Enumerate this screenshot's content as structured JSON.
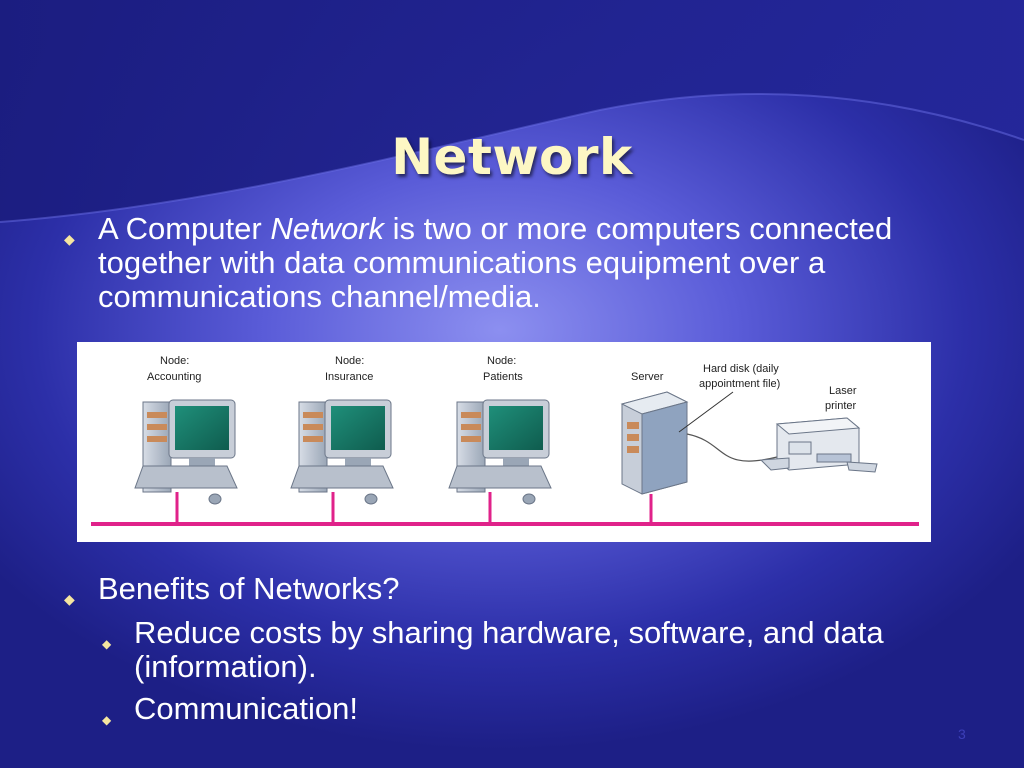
{
  "slide": {
    "title": "Network",
    "bullets": {
      "b1_pre": "A Computer ",
      "b1_em": "Network",
      "b1_post": " is two or more computers connected together with data communications equipment over a communications channel/media.",
      "b2": "Benefits of Networks?",
      "sub1": "Reduce costs by sharing hardware, software, and data (information).",
      "sub2": "Communication!"
    },
    "page_number": "3"
  },
  "diagram": {
    "nodes": [
      {
        "l1": "Node:",
        "l2": "Accounting"
      },
      {
        "l1": "Node:",
        "l2": "Insurance"
      },
      {
        "l1": "Node:",
        "l2": "Patients"
      }
    ],
    "server": "Server",
    "disk_l1": "Hard disk (daily",
    "disk_l2": "appointment file)",
    "printer_l1": "Laser",
    "printer_l2": "printer"
  },
  "colors": {
    "title": "#fdf7c4",
    "bus": "#e0228a",
    "marker": "#f5e6a0"
  }
}
